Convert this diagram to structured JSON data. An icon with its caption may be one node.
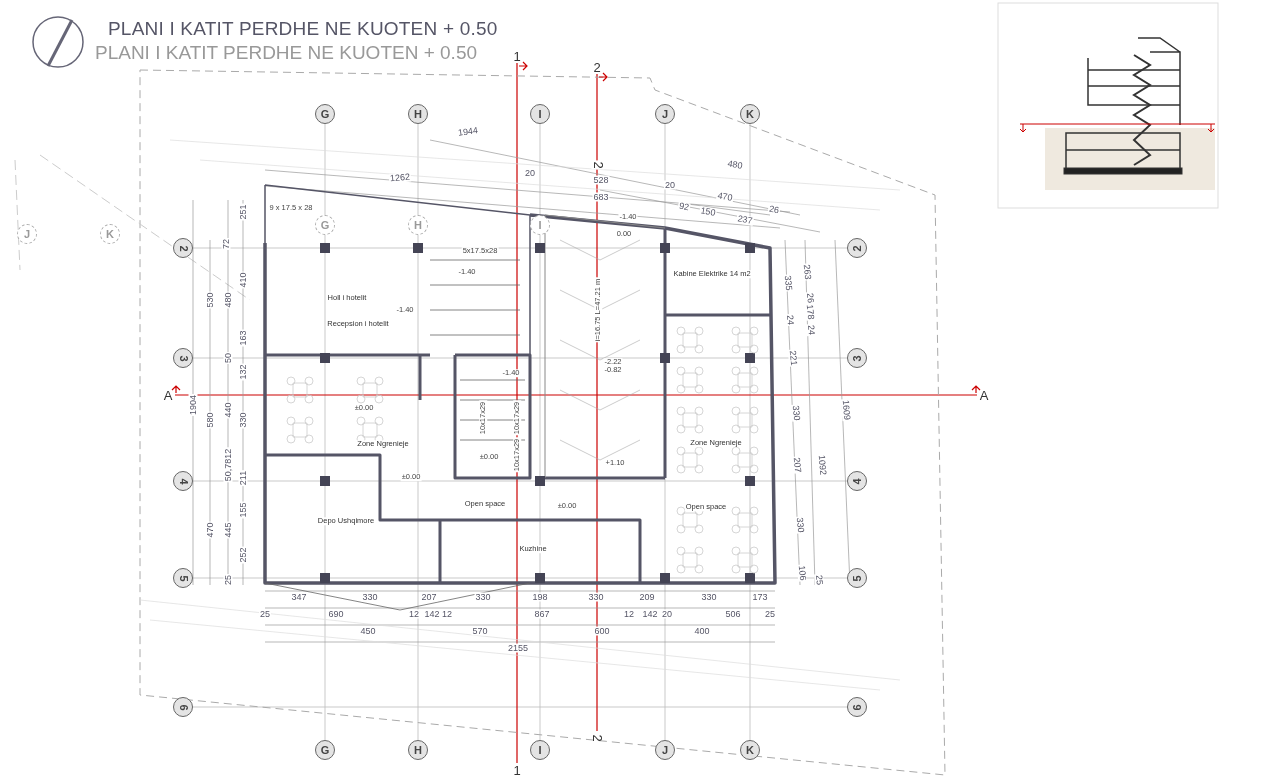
{
  "diagram": {
    "title": "PLANI I KATIT PERDHE NE KUOTEN + 0.50",
    "nodes": [
      {
        "text": [
          "G"
        ]
      },
      {
        "text": [
          "H"
        ]
      },
      {
        "text": [
          "I"
        ]
      },
      {
        "text": [
          "J"
        ]
      },
      {
        "text": [
          "K"
        ]
      },
      {
        "text": [
          "J"
        ]
      },
      {
        "text": [
          "K"
        ]
      },
      {
        "text": [
          "G"
        ]
      },
      {
        "text": [
          "H"
        ]
      },
      {
        "text": [
          "I"
        ]
      },
      {
        "text": [
          "2"
        ]
      },
      {
        "text": [
          "3"
        ]
      },
      {
        "text": [
          "4"
        ]
      },
      {
        "text": [
          "5"
        ]
      },
      {
        "text": [
          "6"
        ]
      },
      {
        "text": [
          "2"
        ]
      },
      {
        "text": [
          "3"
        ]
      },
      {
        "text": [
          "4"
        ]
      },
      {
        "text": [
          "5"
        ]
      },
      {
        "text": [
          "6"
        ]
      },
      {
        "text": [
          "G"
        ]
      },
      {
        "text": [
          "H"
        ]
      },
      {
        "text": [
          "I"
        ]
      },
      {
        "text": [
          "J"
        ]
      },
      {
        "text": [
          "K"
        ]
      },
      {
        "text": [
          "A"
        ]
      },
      {
        "text": [
          "A"
        ]
      },
      {
        "text": [
          "1"
        ]
      },
      {
        "text": [
          "1"
        ]
      },
      {
        "text": [
          "2"
        ]
      },
      {
        "text": [
          "2"
        ]
      }
    ],
    "edges": [
      {
        "from": 0,
        "to": 7,
        "arrow": "none"
      },
      {
        "from": 7,
        "to": 20,
        "arrow": "none"
      },
      {
        "from": 1,
        "to": 8,
        "arrow": "none"
      },
      {
        "from": 8,
        "to": 21,
        "arrow": "none"
      },
      {
        "from": 2,
        "to": 9,
        "arrow": "none"
      },
      {
        "from": 9,
        "to": 22,
        "arrow": "none"
      },
      {
        "from": 3,
        "to": 23,
        "arrow": "none"
      },
      {
        "from": 4,
        "to": 24,
        "arrow": "none"
      },
      {
        "from": 10,
        "to": 15,
        "arrow": "none"
      },
      {
        "from": 11,
        "to": 16,
        "arrow": "none"
      },
      {
        "from": 12,
        "to": 17,
        "arrow": "none"
      },
      {
        "from": 13,
        "to": 18,
        "arrow": "none"
      },
      {
        "from": 14,
        "to": 19,
        "arrow": "none"
      },
      {
        "from": 25,
        "to": 26,
        "arrow": "none",
        "color": "#cc0000"
      },
      {
        "from": 27,
        "to": 28,
        "arrow": "none",
        "color": "#cc0000"
      },
      {
        "from": 29,
        "to": 30,
        "arrow": "none",
        "color": "#cc0000"
      }
    ],
    "labels": [
      "PLANI I KATIT PERDHE NE KUOTEN + 0.50",
      "1944",
      "2",
      "1262",
      "20",
      "528",
      "683",
      "480",
      "20",
      "470",
      "92",
      "150",
      "237",
      "26",
      "9 x 17.5 x 28",
      "251",
      "72",
      "5x17.5x28",
      "-1.40",
      "0.00",
      "410",
      "530",
      "480",
      "163",
      "50",
      "132",
      "1904",
      "580",
      "440",
      "330",
      "50,7812",
      "211",
      "470",
      "445",
      "155",
      "252",
      "25",
      "Holl i hotelit",
      "Recepsion i hotelit",
      "-1.40",
      "-1.40",
      "Kabine Elektrike 14 m2",
      "i=16.75 L=47.21 m",
      "-2.22",
      "-0.82",
      "-1.40",
      "±0.00",
      "Zone Ngrenieje",
      "10x17x29",
      "10x17x29",
      "10x17x29",
      "±0.00",
      "+1.10",
      "Zone Ngrenieje",
      "±0.00",
      "Open space",
      "±0.00",
      "Open space",
      "Depo Ushqimore",
      "Kuzhine",
      "335",
      "263",
      "26",
      "24",
      "178",
      "24",
      "221",
      "330",
      "1609",
      "207",
      "1092",
      "330",
      "106",
      "25",
      "347",
      "330",
      "207",
      "330",
      "198",
      "330",
      "209",
      "330",
      "173",
      "25",
      "690",
      "12",
      "142",
      "12",
      "867",
      "12",
      "142",
      "20",
      "506",
      "25",
      "450",
      "570",
      "600",
      "400",
      "2155"
    ]
  }
}
